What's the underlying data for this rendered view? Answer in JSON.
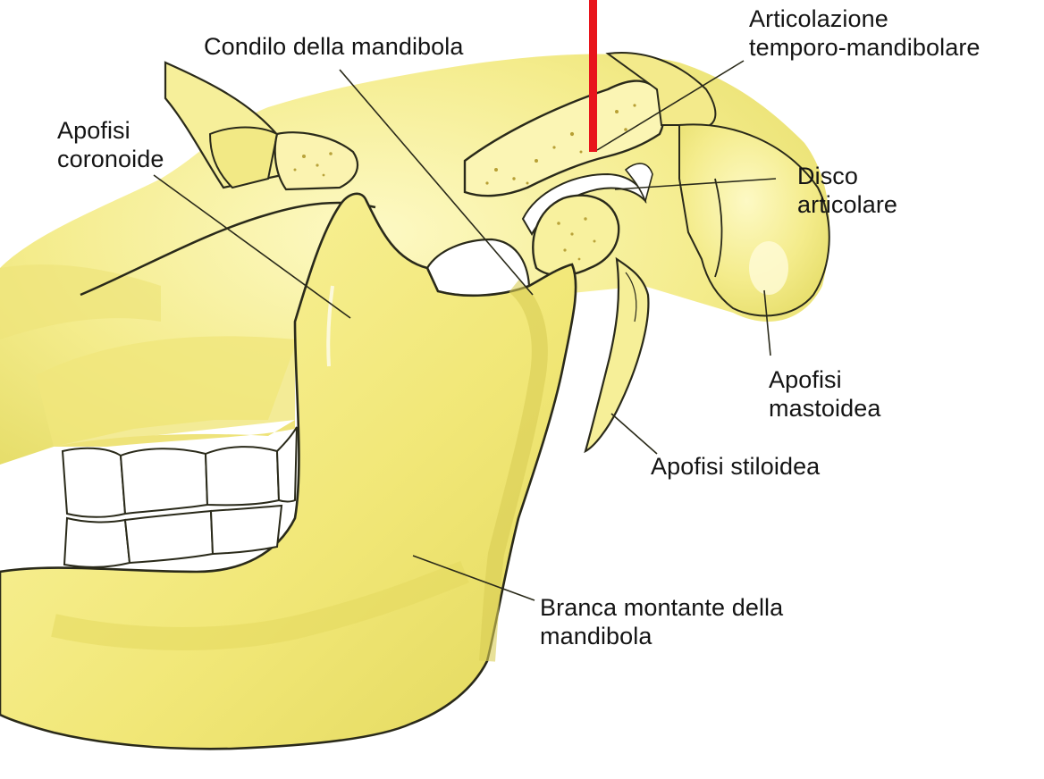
{
  "labels": {
    "condilo": "Condilo della mandibola",
    "atm_line1": "Articolazione",
    "atm_line2": "temporo-mandibolare",
    "coronoide_line1": "Apofisi",
    "coronoide_line2": "coronoide",
    "disco_line1": "Disco",
    "disco_line2": "articolare",
    "mastoidea_line1": "Apofisi",
    "mastoidea_line2": "mastoidea",
    "stiloidea": "Apofisi stiloidea",
    "branca_line1": "Branca montante della",
    "branca_line2": "mandibola"
  },
  "colors": {
    "bone_light": "#fbf6a8",
    "bone_mid": "#f0e77a",
    "bone_shadow": "#d9cf52",
    "outline": "#2a2a1a",
    "marker": "#e8141c",
    "paper": "#ffffff"
  }
}
